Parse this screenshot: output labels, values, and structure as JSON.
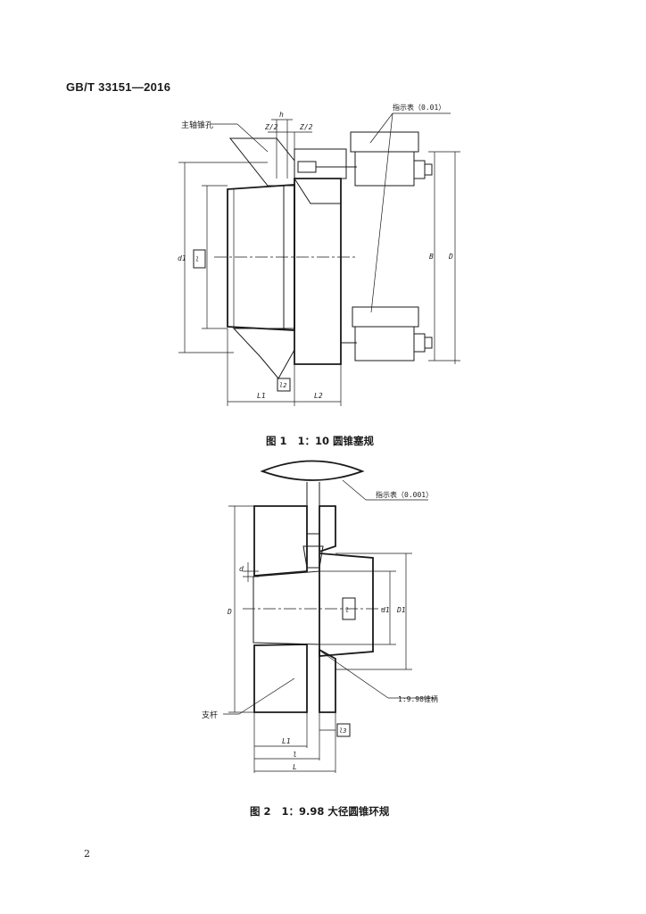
{
  "header": {
    "standard_code": "GB/T 33151—2016"
  },
  "figure1": {
    "caption": "图 1   1：10 圆锥塞规",
    "labels": {
      "spindle_bore": "主轴锥孔",
      "indicator": "指示表（0.01）",
      "h": "h",
      "z2_left": "Z/2",
      "z2_right": "Z/2",
      "d1": "d1",
      "l_box": "l",
      "B": "B",
      "D": "D",
      "l2_box": "l2",
      "L1": "L1",
      "L2": "L2"
    }
  },
  "figure2": {
    "caption": "图 2   1：9.98 大径圆锥环规",
    "labels": {
      "indicator": "指示表（0.001）",
      "d": "d",
      "D": "D",
      "l_box": "l",
      "d1": "d1",
      "D1": "D1",
      "taper_shank": "1:9.98锥柄",
      "support_rod": "支杆",
      "l3_box": "l3",
      "L1_dim": "L1",
      "l_dim": "l",
      "L_dim": "L"
    }
  },
  "footer": {
    "page_number": "2"
  }
}
